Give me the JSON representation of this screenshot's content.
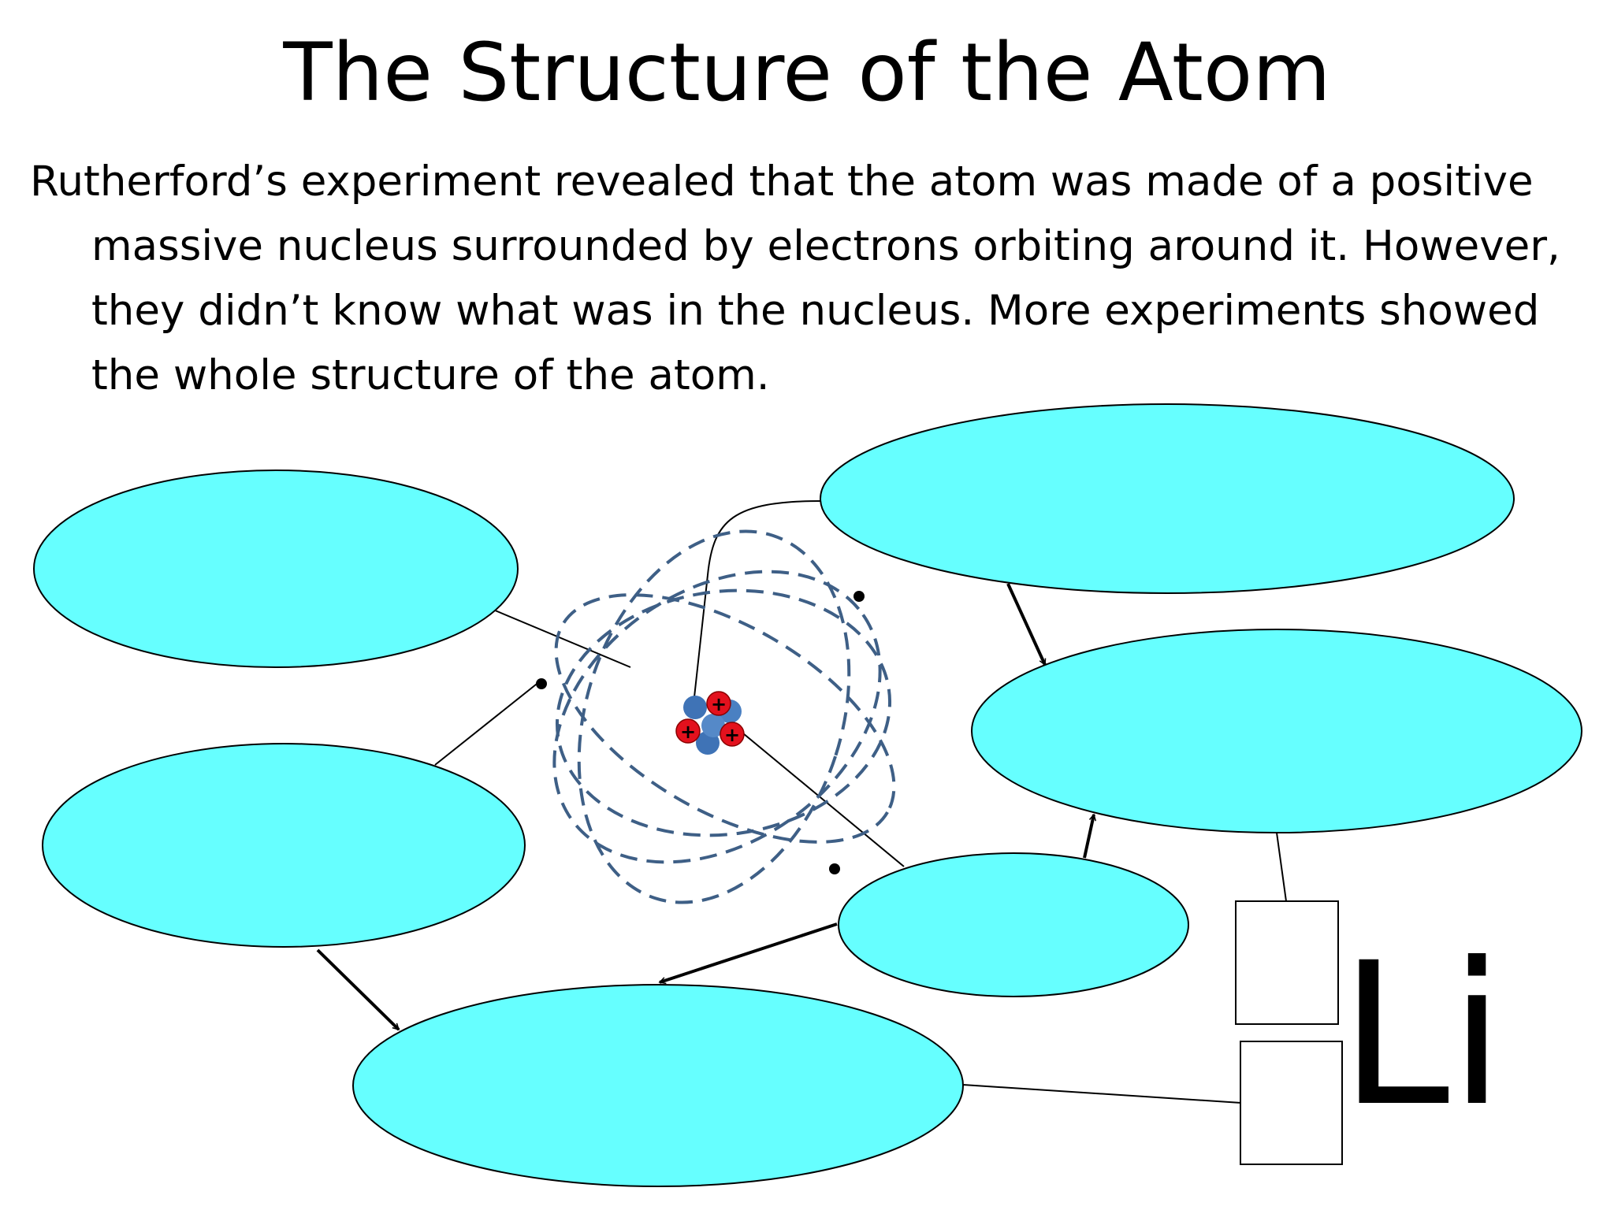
{
  "slide": {
    "title": "The Structure of the Atom",
    "body": "Rutherford’s experiment revealed that the atom was made of a positive massive nucleus surrounded by electrons orbiting around it. However, they didn’t know what was in the nucleus. More experiments showed the whole structure of the atom."
  },
  "diagram": {
    "element_symbol": "Li",
    "proton_sign": "+",
    "colors": {
      "bubble_fill": "#66ffff",
      "orbit": "#3e5f86",
      "proton": "#e3111d",
      "neutron": "#3f73b6"
    }
  }
}
